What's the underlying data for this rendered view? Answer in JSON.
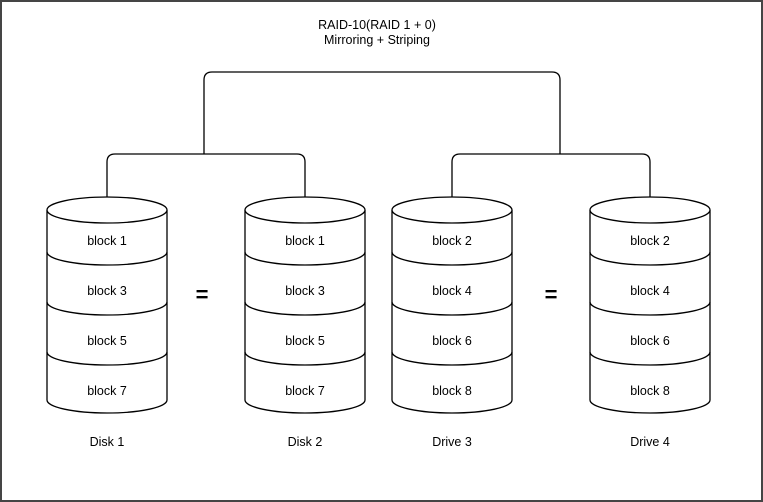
{
  "page": {
    "background": "#ffffff",
    "border_color": "#454545",
    "line_color": "#000000",
    "text_color": "#000000"
  },
  "title": {
    "line1": "RAID-10(RAID 1 + 0)",
    "line2": "Mirroring + Striping"
  },
  "equals_symbol": "=",
  "disks": [
    {
      "label": "Disk 1",
      "blocks": [
        "block 1",
        "block 3",
        "block 5",
        "block 7"
      ]
    },
    {
      "label": "Disk 2",
      "blocks": [
        "block 1",
        "block 3",
        "block 5",
        "block 7"
      ]
    },
    {
      "label": "Drive 3",
      "blocks": [
        "block 2",
        "block 4",
        "block 6",
        "block 8"
      ]
    },
    {
      "label": "Drive 4",
      "blocks": [
        "block 2",
        "block 4",
        "block 6",
        "block 8"
      ]
    }
  ]
}
